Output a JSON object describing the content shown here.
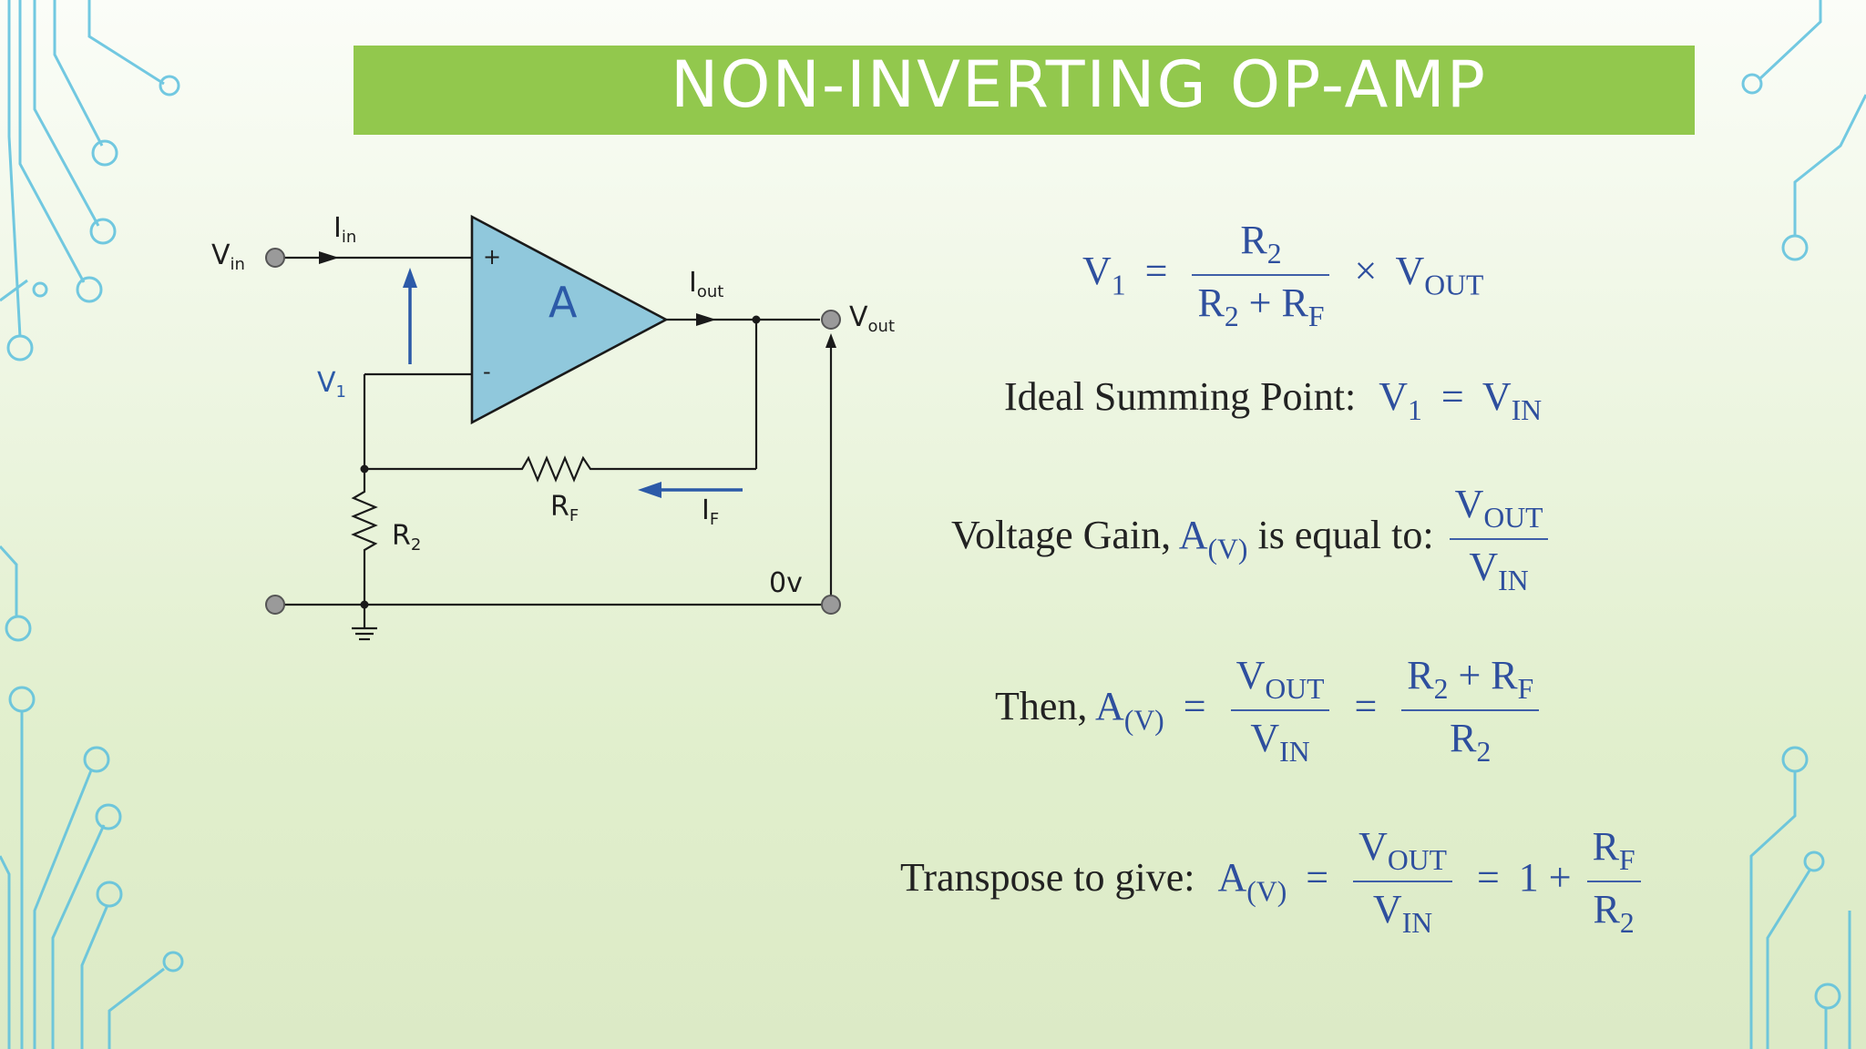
{
  "title": "NON-INVERTING OP-AMP",
  "colors": {
    "title_bar": "#92c84d",
    "opamp_fill": "#90c8dc",
    "current_arrow": "#2c5aa8",
    "equation_text": "#2e4f9e",
    "circuit_trace_decor": "#5bc0de"
  },
  "circuit": {
    "opamp_label": "A",
    "plus_label": "+",
    "minus_label": "-",
    "vin_label": "V",
    "vin_sub": "in",
    "iin_label": "I",
    "iin_sub": "in",
    "iout_label": "I",
    "iout_sub": "out",
    "vout_label": "V",
    "vout_sub": "out",
    "v1_label": "V",
    "v1_sub": "1",
    "rf_label": "R",
    "rf_sub": "F",
    "if_label": "I",
    "if_sub": "F",
    "r2_label": "R",
    "r2_sub": "2",
    "zero_v_label": "0v"
  },
  "equations": {
    "eq1": {
      "lhs": "V",
      "lhs_sub": "1",
      "equals": "=",
      "num": "R",
      "num_sub": "2",
      "den_a": "R",
      "den_a_sub": "2",
      "den_plus": "+",
      "den_b": "R",
      "den_b_sub": "F",
      "times": "×",
      "rhs": "V",
      "rhs_sub": "OUT"
    },
    "eq2": {
      "label": "Ideal Summing Point:",
      "lhs": "V",
      "lhs_sub": "1",
      "equals": "=",
      "rhs": "V",
      "rhs_sub": "IN"
    },
    "eq3": {
      "label_a": "Voltage Gain,",
      "a": "A",
      "a_sub": "(V)",
      "label_b": "is equal to:",
      "num": "V",
      "num_sub": "OUT",
      "den": "V",
      "den_sub": "IN"
    },
    "eq4": {
      "label": "Then,",
      "a": "A",
      "a_sub": "(V)",
      "equals": "=",
      "num1": "V",
      "num1_sub": "OUT",
      "den1": "V",
      "den1_sub": "IN",
      "equals2": "=",
      "num2a": "R",
      "num2a_sub": "2",
      "num2_plus": "+",
      "num2b": "R",
      "num2b_sub": "F",
      "den2": "R",
      "den2_sub": "2"
    },
    "eq5": {
      "label": "Transpose to give:",
      "a": "A",
      "a_sub": "(V)",
      "equals": "=",
      "num1": "V",
      "num1_sub": "OUT",
      "den1": "V",
      "den1_sub": "IN",
      "equals2": "=",
      "one_plus": "1 +",
      "num2": "R",
      "num2_sub": "F",
      "den2": "R",
      "den2_sub": "2"
    }
  }
}
